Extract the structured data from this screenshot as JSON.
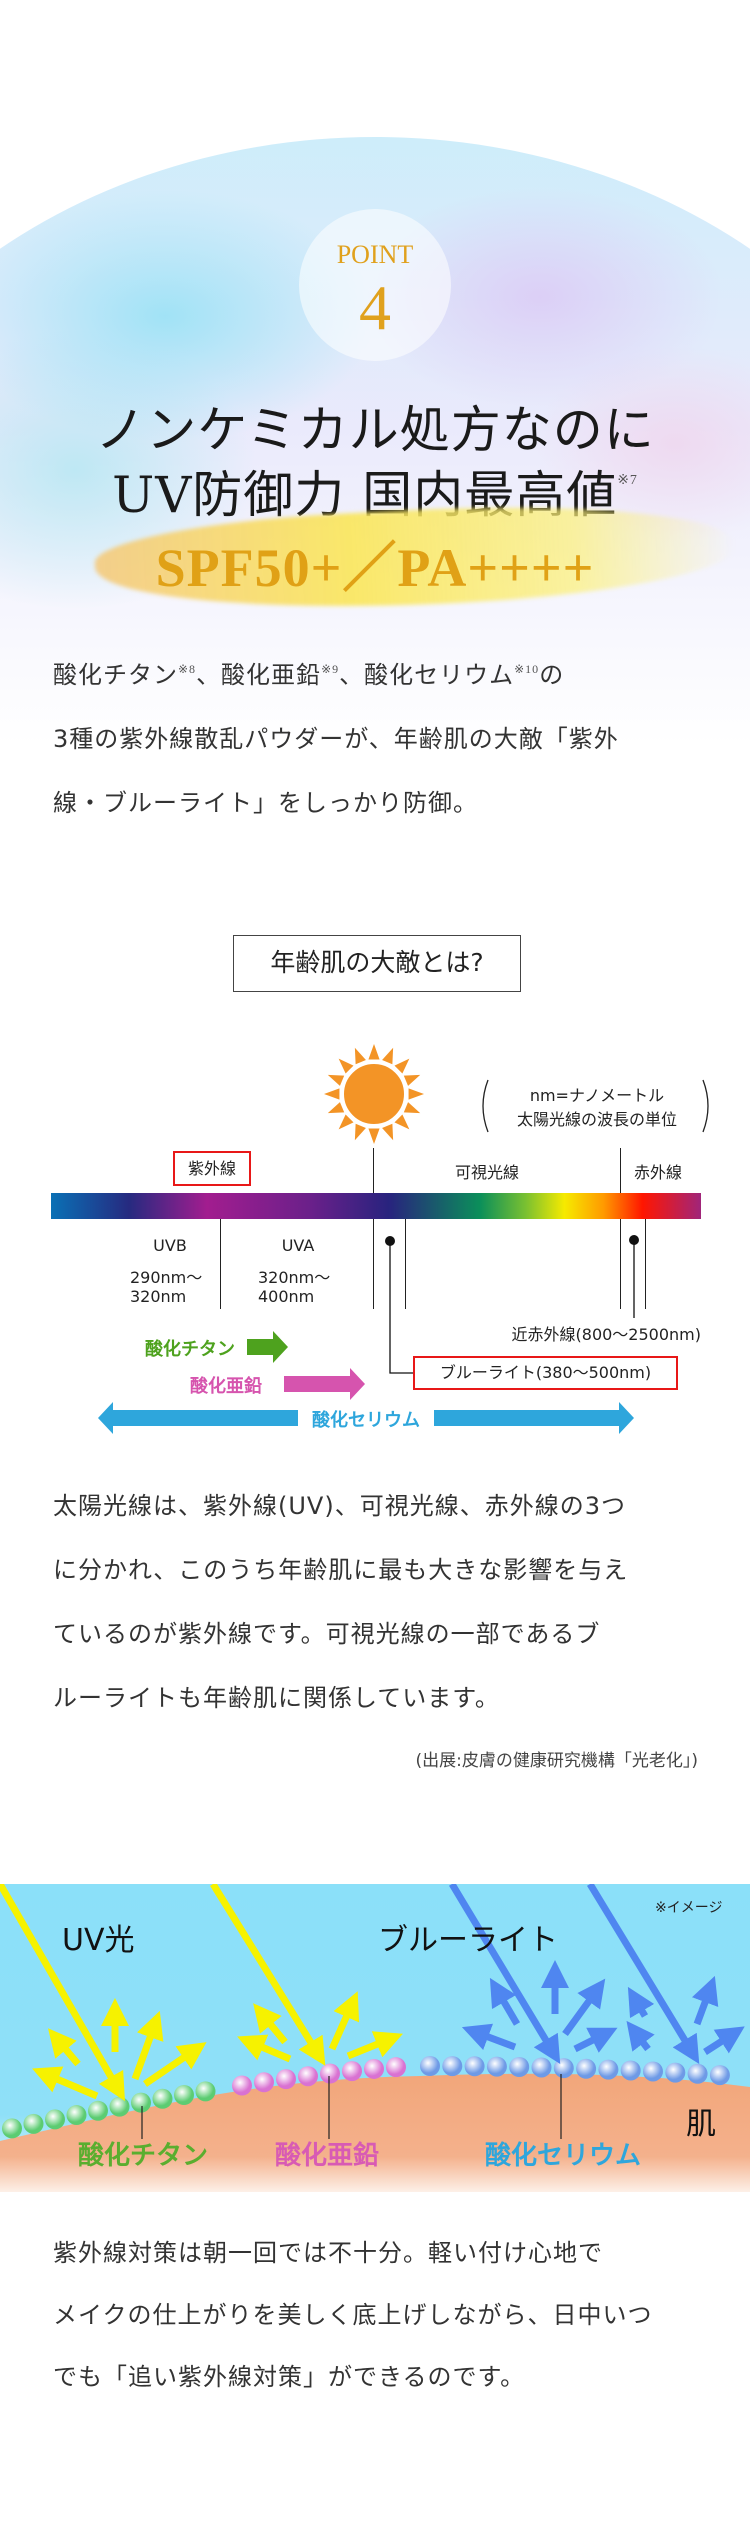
{
  "point": {
    "label": "POINT",
    "number": "4"
  },
  "headline": {
    "line1": "ノンケミカル処方なのに",
    "line2": "UV防御力 国内最高値",
    "note": "※7",
    "spf": "SPF50+／PA++++"
  },
  "intro": {
    "segments": [
      "酸化チタン",
      "※8",
      "、酸化亜鉛",
      "※9",
      "、酸化セリウム",
      "※10",
      "の"
    ],
    "line2": "3種の紫外線散乱パウダーが、年齢肌の大敵「紫外",
    "line3": "線・ブルーライト」をしっかり防御。"
  },
  "question": "年齢肌の大敵とは?",
  "diagram": {
    "unit_note_line1": "nm=ナノメートル",
    "unit_note_line2": "太陽光線の波長の単位",
    "uv_label": "紫外線",
    "visible_label": "可視光線",
    "ir_label": "赤外線",
    "uvb": {
      "name": "UVB",
      "range1": "290nm〜",
      "range2": "320nm"
    },
    "uva": {
      "name": "UVA",
      "range1": "320nm〜",
      "range2": "400nm"
    },
    "near_ir": "近赤外線(800〜2500nm)",
    "blue_light": "ブルーライト(380〜500nm)",
    "titanium": "酸化チタン",
    "zinc": "酸化亜鉛",
    "cerium": "酸化セリウム",
    "colors": {
      "titanium": "#4ea21e",
      "zinc": "#d654ae",
      "cerium": "#2ea6dc",
      "sun": "#f39426",
      "highlight": "#e81818"
    }
  },
  "explanation": {
    "lines": [
      "太陽光線は、紫外線(UV)、可視光線、赤外線の3つ",
      "に分かれ、このうち年齢肌に最も大きな影響を与え",
      "ているのが紫外線です。可視光線の一部であるブ",
      "ルーライトも年齢肌に関係しています。"
    ],
    "source": "(出展:皮膚の健康研究機構「光老化」)"
  },
  "illustration": {
    "uv_light": "UV光",
    "blue_light": "ブルーライト",
    "image_note": "※イメージ",
    "skin": "肌",
    "titanium": "酸化チタン",
    "zinc": "酸化亜鉛",
    "cerium": "酸化セリウム"
  },
  "closing": {
    "lines": [
      "紫外線対策は朝一回では不十分。軽い付け心地で",
      "メイクの仕上がりを美しく底上げしながら、日中いつ",
      "でも「追い紫外線対策」ができるのです。"
    ]
  }
}
